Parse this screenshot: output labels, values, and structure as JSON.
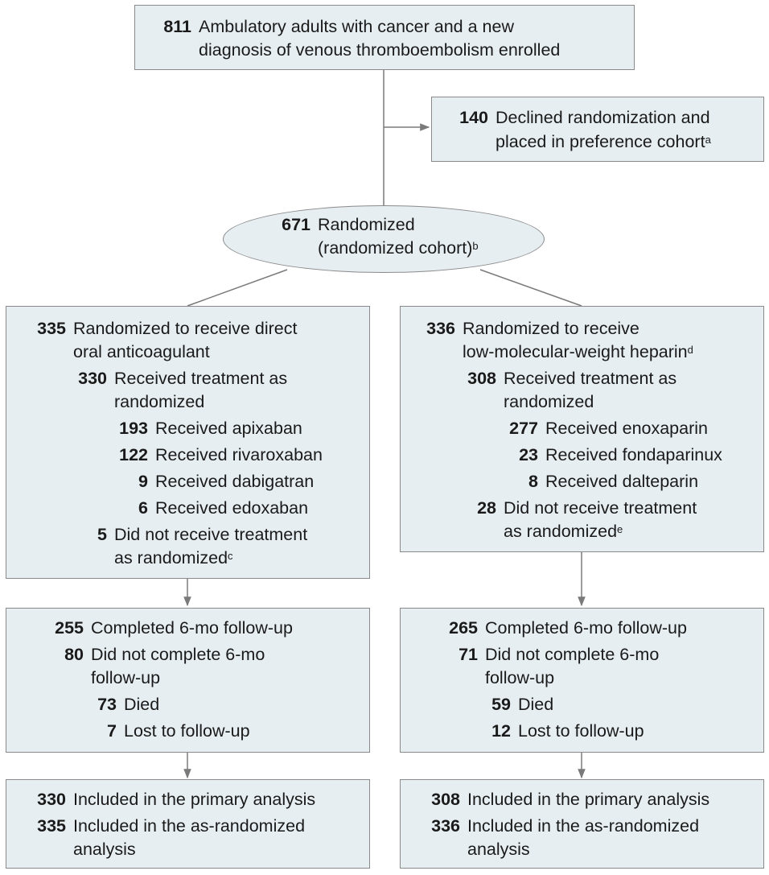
{
  "enrolled": {
    "n": "811",
    "text": [
      "Ambulatory adults with cancer and a new",
      "diagnosis of venous thromboembolism enrolled"
    ]
  },
  "declined": {
    "n": "140",
    "text": [
      "Declined randomization and",
      "placed in preference cohort"
    ],
    "note": "a"
  },
  "randomized": {
    "n": "671",
    "text": [
      "Randomized",
      "(randomized cohort)"
    ],
    "note": "b"
  },
  "doac": {
    "head": {
      "n": "335",
      "text": [
        "Randomized to receive direct",
        "oral anticoagulant"
      ]
    },
    "received": {
      "n": "330",
      "text": [
        "Received treatment as",
        "randomized"
      ]
    },
    "drugs": [
      {
        "n": "193",
        "text": "Received apixaban"
      },
      {
        "n": "122",
        "text": "Received rivaroxaban"
      },
      {
        "n": "9",
        "text": "Received dabigatran"
      },
      {
        "n": "6",
        "text": "Received edoxaban"
      }
    ],
    "not_received": {
      "n": "5",
      "text": [
        "Did not receive treatment",
        "as randomized"
      ],
      "note": "c"
    }
  },
  "lmwh": {
    "head": {
      "n": "336",
      "text": [
        "Randomized to receive",
        "low-molecular-weight heparin"
      ],
      "note": "d"
    },
    "received": {
      "n": "308",
      "text": [
        "Received treatment as",
        "randomized"
      ]
    },
    "drugs": [
      {
        "n": "277",
        "text": "Received enoxaparin"
      },
      {
        "n": "23",
        "text": "Received fondaparinux"
      },
      {
        "n": "8",
        "text": "Received dalteparin"
      }
    ],
    "not_received": {
      "n": "28",
      "text": [
        "Did not receive treatment",
        "as randomized"
      ],
      "note": "e"
    }
  },
  "followup_doac": {
    "completed": {
      "n": "255",
      "text": "Completed 6-mo follow-up"
    },
    "not_completed": {
      "n": "80",
      "text": [
        "Did not complete 6-mo",
        "follow-up"
      ]
    },
    "died": {
      "n": "73",
      "text": "Died"
    },
    "lost": {
      "n": "7",
      "text": "Lost to follow-up"
    }
  },
  "followup_lmwh": {
    "completed": {
      "n": "265",
      "text": "Completed 6-mo follow-up"
    },
    "not_completed": {
      "n": "71",
      "text": [
        "Did not complete 6-mo",
        "follow-up"
      ]
    },
    "died": {
      "n": "59",
      "text": "Died"
    },
    "lost": {
      "n": "12",
      "text": "Lost to follow-up"
    }
  },
  "analysis_doac": {
    "primary": {
      "n": "330",
      "text": "Included in the primary analysis"
    },
    "as_randomized": {
      "n": "335",
      "text": [
        "Included in the as-randomized",
        "analysis"
      ]
    }
  },
  "analysis_lmwh": {
    "primary": {
      "n": "308",
      "text": "Included in the primary analysis"
    },
    "as_randomized": {
      "n": "336",
      "text": [
        "Included in the as-randomized",
        "analysis"
      ]
    }
  },
  "colors": {
    "box_fill": "#e6eef2",
    "border": "#8a8a8a",
    "connector": "#7a7a7a"
  }
}
